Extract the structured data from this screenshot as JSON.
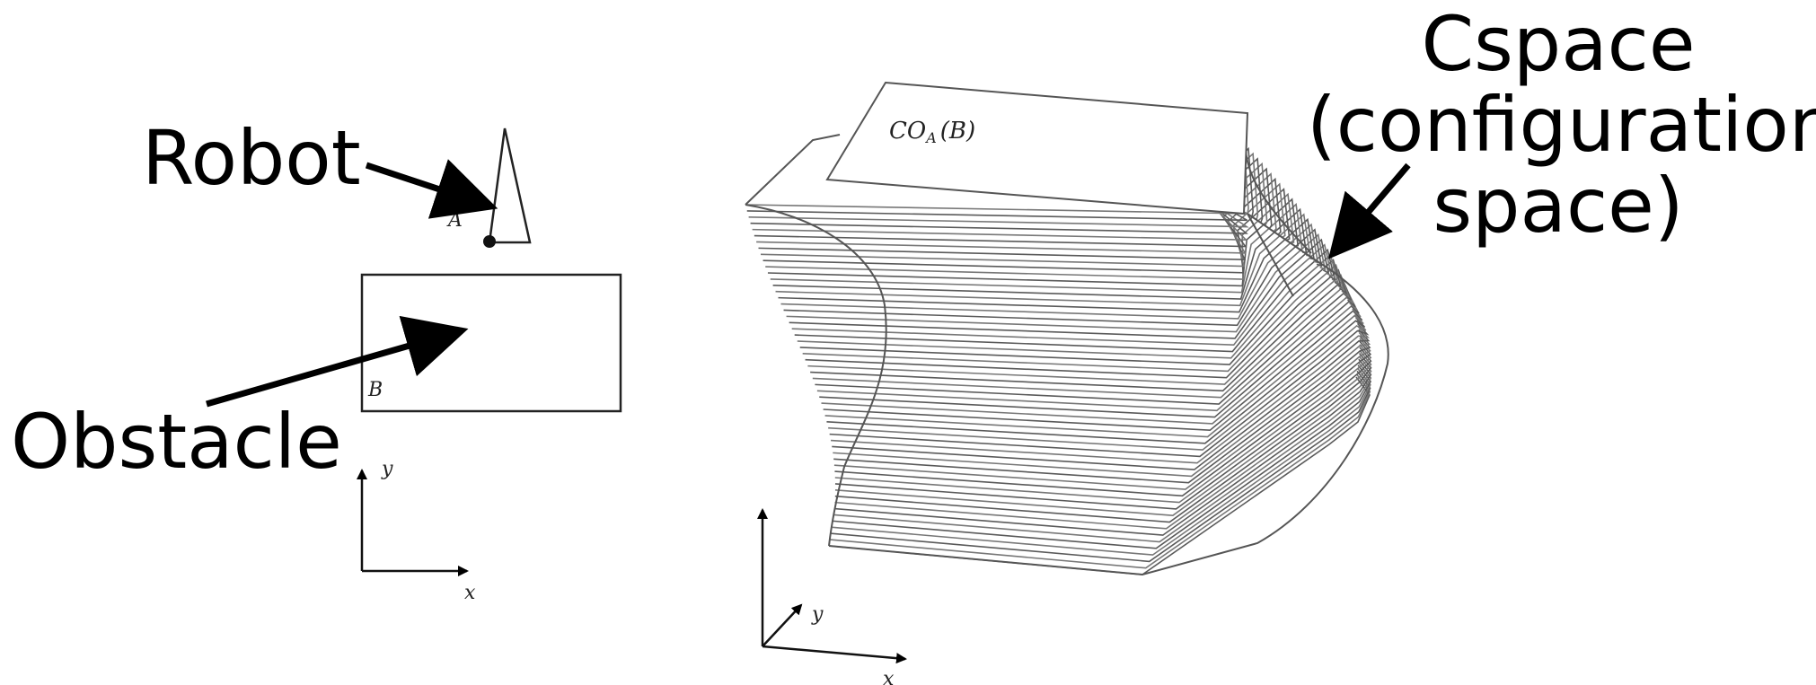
{
  "labels": {
    "robot": "Robot",
    "obstacle": "Obstacle",
    "cspace_lines": [
      "Cspace",
      "(configuration",
      "space)"
    ]
  },
  "left_figure": {
    "robot_letter": "A",
    "obstacle_letter": "B",
    "axis_x": "x",
    "axis_y": "y"
  },
  "right_figure": {
    "top_label_main": "CO",
    "top_label_sub": "A",
    "top_label_arg": "(B)",
    "axis_x": "x",
    "axis_y": "y"
  },
  "colors": {
    "ink": "#000000",
    "stack_lines": "#6a6a6a",
    "top_face": "#ffffff"
  }
}
